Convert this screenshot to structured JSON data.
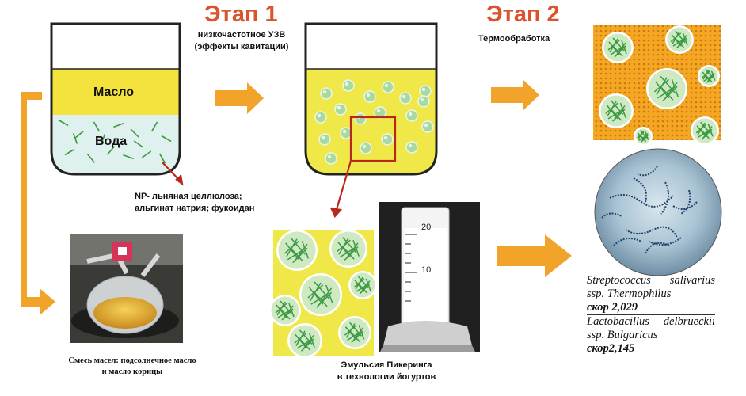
{
  "stages": {
    "stage1": "Этап 1",
    "stage2": "Этап 2"
  },
  "stage1_note": {
    "line1": "низкочастотное УЗВ",
    "line2": "(эффекты кавитации)"
  },
  "stage2_note": "Термообработка",
  "beaker": {
    "oil_label": "Масло",
    "water_label": "Вода"
  },
  "particles_note": {
    "line1": "NP- льняная  целлюлоза;",
    "line2": "альгинат натрия; фукоидан"
  },
  "flask_caption": {
    "line1": "Смесь масел: подсолнечное масло",
    "line2": "и масло корицы"
  },
  "emulsion_caption": {
    "line1": "Эмульсия Пикеринга",
    "line2": "в технологии йогуртов"
  },
  "cylinder_ticks": [
    "20",
    "10"
  ],
  "species": [
    {
      "name": "Streptococcus salivarius ssp. Thermophilus",
      "display": "Streptococcus salivar­ius ssp. Thermophilus",
      "score": "скор 2,029"
    },
    {
      "name": "Lactobacillus delbrueckii ssp. Bulgaricus",
      "display": "Lactobacillus del­brueckii ssp. Bulgar­icus",
      "score": "скор2,145"
    }
  ],
  "colors": {
    "stage_title": "#d9542c",
    "arrow": "#f2a329",
    "oil": "#f3e33c",
    "water": "#dff1ee",
    "droplet": "#a8d9a0",
    "red_marker": "#b8271c",
    "orange_matrix": "#f5a623"
  }
}
